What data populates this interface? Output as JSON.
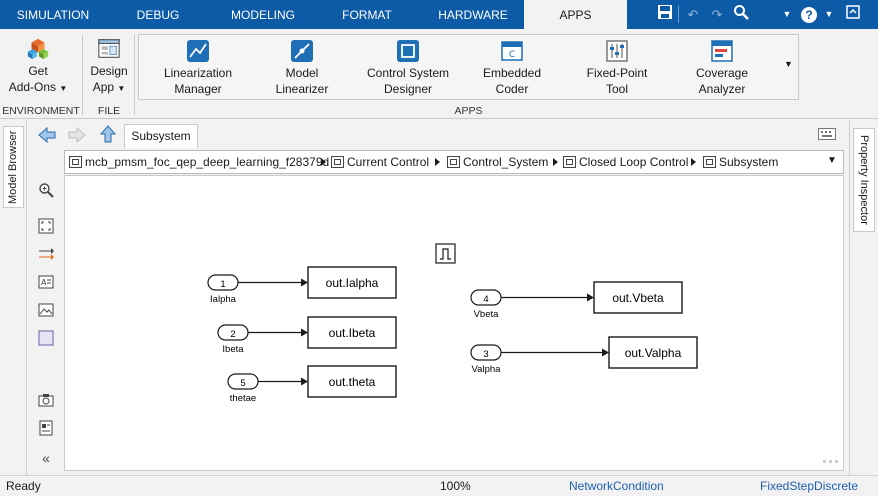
{
  "tabs": [
    {
      "label": "SIMULATION",
      "active": false
    },
    {
      "label": "DEBUG",
      "active": false
    },
    {
      "label": "MODELING",
      "active": false
    },
    {
      "label": "FORMAT",
      "active": false
    },
    {
      "label": "HARDWARE",
      "active": false
    },
    {
      "label": "APPS",
      "active": true
    }
  ],
  "quick_access": {
    "help": "?"
  },
  "ribbon": {
    "environment": {
      "get_addons": "Get",
      "get_addons2": "Add-Ons",
      "label": "ENVIRONMENT"
    },
    "file": {
      "design_app": "Design",
      "design_app2": "App",
      "label": "FILE"
    },
    "apps": {
      "label": "APPS",
      "items": [
        {
          "l1": "Linearization",
          "l2": "Manager"
        },
        {
          "l1": "Model",
          "l2": "Linearizer"
        },
        {
          "l1": "Control System",
          "l2": "Designer"
        },
        {
          "l1": "Embedded",
          "l2": "Coder"
        },
        {
          "l1": "Fixed-Point",
          "l2": "Tool"
        },
        {
          "l1": "Coverage",
          "l2": "Analyzer"
        }
      ]
    }
  },
  "side": {
    "left": "Model Browser",
    "right": "Property Inspector"
  },
  "subsystem_tab": "Subsystem",
  "breadcrumb": [
    "mcb_pmsm_foc_qep_deep_learning_f28379d",
    "Current Control",
    "Control_System",
    "Closed Loop Control",
    "Subsystem"
  ],
  "diagram": {
    "inports": [
      {
        "num": "1",
        "label": "Ialpha",
        "target": "out.Ialpha"
      },
      {
        "num": "2",
        "label": "Ibeta",
        "target": "out.Ibeta"
      },
      {
        "num": "5",
        "label": "thetae",
        "target": "out.theta"
      },
      {
        "num": "4",
        "label": "Vbeta",
        "target": "out.Vbeta"
      },
      {
        "num": "3",
        "label": "Valpha",
        "target": "out.Valpha"
      }
    ]
  },
  "status": {
    "ready": "Ready",
    "zoom": "100%",
    "condition": "NetworkCondition",
    "solver": "FixedStepDiscrete"
  },
  "colors": {
    "tabbar": "#0d5aa7",
    "link": "#1d5fb2",
    "apps_icon": "#1f6fb7"
  }
}
